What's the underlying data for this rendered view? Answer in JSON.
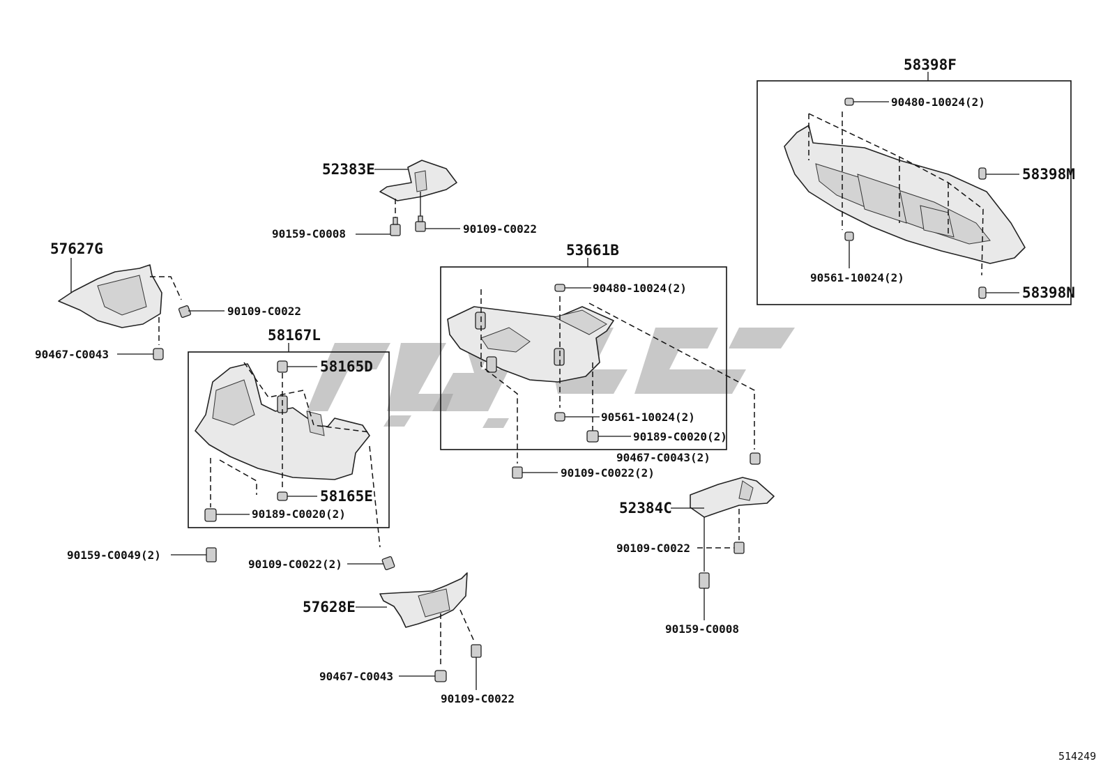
{
  "parts": {
    "p58398F": "58398F",
    "p90480_top": "90480-10024(2)",
    "p58398M": "58398M",
    "p90561_right": "90561-10024(2)",
    "p58398N": "58398N",
    "p52383E": "52383E",
    "p90159_C0008_top": "90159-C0008",
    "p90109_C0022_top": "90109-C0022",
    "p57627G": "57627G",
    "p90109_C0022_left": "90109-C0022",
    "p90467_C0043_left": "90467-C0043",
    "p53661B": "53661B",
    "p90480_mid": "90480-10024(2)",
    "p90561_mid": "90561-10024(2)",
    "p90189_mid": "90189-C0020(2)",
    "p90467_mid": "90467-C0043(2)",
    "p90109_mid": "90109-C0022(2)",
    "p58167L": "58167L",
    "p58165D": "58165D",
    "p58165E": "58165E",
    "p90189_left": "90189-C0020(2)",
    "p90159_C0049": "90159-C0049(2)",
    "p90109_C0022_2": "90109-C0022(2)",
    "p52384C": "52384C",
    "p90109_C0022_right": "90109-C0022",
    "p90159_C0008_right": "90159-C0008",
    "p57628E": "57628E",
    "p90467_C0043_bottom": "90467-C0043",
    "p90109_C0022_bottom": "90109-C0022"
  },
  "diagram_id": "514249"
}
